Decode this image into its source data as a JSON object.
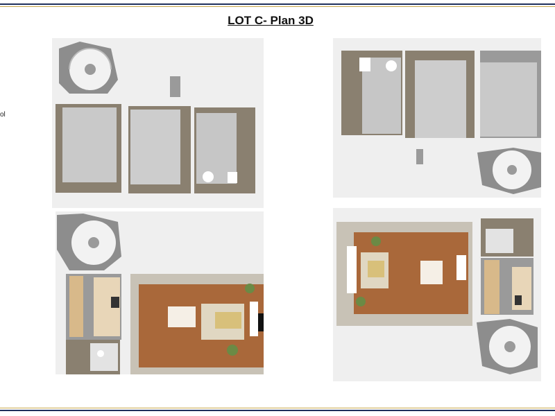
{
  "document": {
    "title": "LOT C- Plan 3D",
    "side_fragment": "ol"
  },
  "palette": {
    "border_navy": "#1f2f5c",
    "border_gold": "#c8a64a",
    "wood_floor": "#a9683a",
    "carpet": "#c9c9c9",
    "wall_shadow": "#8a8070",
    "kitchen_counter": "#d8b98a",
    "sofa": "#e0d7c2",
    "plant": "#6b8a45"
  },
  "plans": [
    {
      "id": "plan-upper-left",
      "level": "upper",
      "rooms": [
        "stair",
        "bedroom",
        "bedroom",
        "bathroom"
      ]
    },
    {
      "id": "plan-upper-right",
      "level": "upper",
      "rooms": [
        "bathroom",
        "bedroom",
        "bedroom",
        "stair"
      ]
    },
    {
      "id": "plan-ground-left",
      "level": "ground",
      "rooms": [
        "stair",
        "kitchen",
        "wc",
        "living"
      ]
    },
    {
      "id": "plan-ground-right",
      "level": "ground",
      "rooms": [
        "living",
        "wc",
        "kitchen",
        "stair"
      ]
    }
  ]
}
